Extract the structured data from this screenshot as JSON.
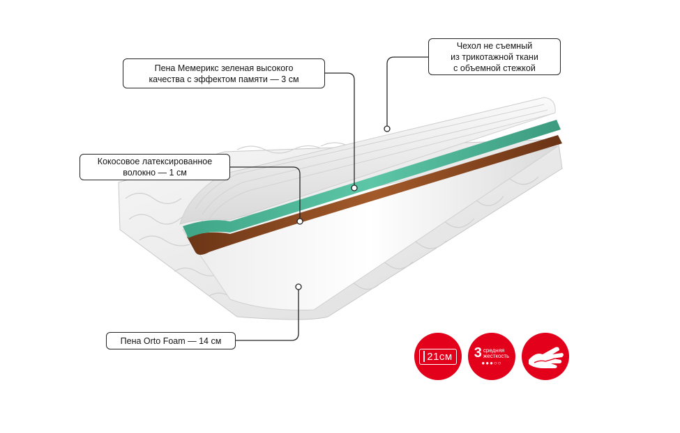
{
  "callouts": {
    "memorix": {
      "line1": "Пена Мемерикс зеленая высокого",
      "line2": "качества с эффектом памяти — 3 см"
    },
    "cover": {
      "line1": "Чехол не съемный",
      "line2": "из трикотажной ткани",
      "line3": "с объемной стежкой"
    },
    "coconut": {
      "line1": "Кокосовое латексированное",
      "line2": "волокно — 1 см"
    },
    "orto": {
      "line1": "Пена Orto Foam — 14 см"
    }
  },
  "badges": {
    "height": {
      "value": "21см"
    },
    "firmness": {
      "number": "3",
      "word1": "средняя",
      "word2": "жесткость",
      "dots": "●●●○○"
    }
  },
  "colors": {
    "badge_red": "#e3001b",
    "foam_green": "#4fb89a",
    "coconut_brown": "#8b4a22",
    "cover_white": "#f2f2f2",
    "outline": "#222222"
  }
}
